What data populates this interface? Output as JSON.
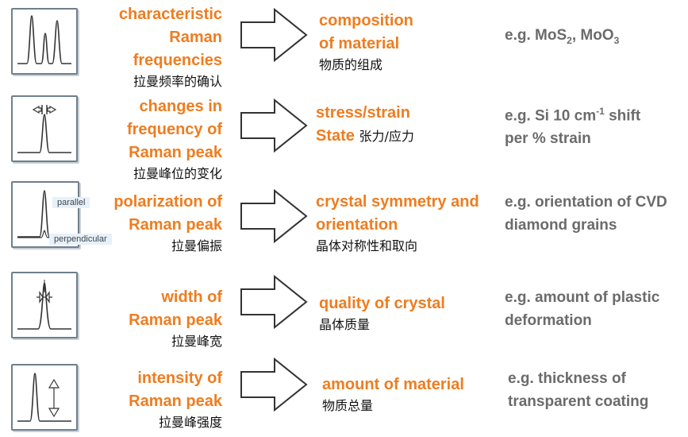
{
  "rows": [
    {
      "prop_lines": [
        "characteristic",
        "Raman",
        "frequencies"
      ],
      "prop_cn": "拉曼频率的确认",
      "result_lines": [
        "composition",
        "of material"
      ],
      "result_cn": "物质的组成",
      "example_parts": {
        "pre": "e.g. MoS",
        "sub1": "2",
        "mid": ", MoO",
        "sub2": "3"
      }
    },
    {
      "prop_lines": [
        "changes in",
        "frequency of",
        "Raman peak"
      ],
      "prop_cn": "拉曼峰位的变化",
      "result_line1": "stress/strain",
      "result_line2_en": "State",
      "result_line2_cn": "张力/应力",
      "example_parts": {
        "pre": "e.g. Si 10 cm",
        "sup": "-1",
        "post": " shift"
      },
      "example_line2": "per % strain"
    },
    {
      "prop_lines": [
        "polarization of",
        "Raman peak"
      ],
      "prop_cn": "拉曼偏振",
      "result_lines": [
        "crystal symmetry and",
        "orientation"
      ],
      "result_cn": "晶体对称性和取向",
      "example_lines": [
        "e.g. orientation of CVD",
        "diamond grains"
      ],
      "tag_parallel": "parallel",
      "tag_perpendicular": "perpendicular"
    },
    {
      "prop_lines": [
        "width of",
        "Raman peak"
      ],
      "prop_cn": "拉曼峰宽",
      "result_lines": [
        "quality of crystal"
      ],
      "result_cn": "晶体质量",
      "example_lines": [
        "e.g. amount of plastic",
        "deformation"
      ]
    },
    {
      "prop_lines": [
        "intensity of",
        "Raman peak"
      ],
      "prop_cn": "拉曼峰强度",
      "result_lines": [
        "amount of material"
      ],
      "result_cn": "物质总量",
      "example_lines": [
        "e.g. thickness of",
        "transparent coating"
      ]
    }
  ],
  "colors": {
    "accent": "#ee7d20",
    "example": "#6b6b6b",
    "frame": "#6f7f8d"
  }
}
